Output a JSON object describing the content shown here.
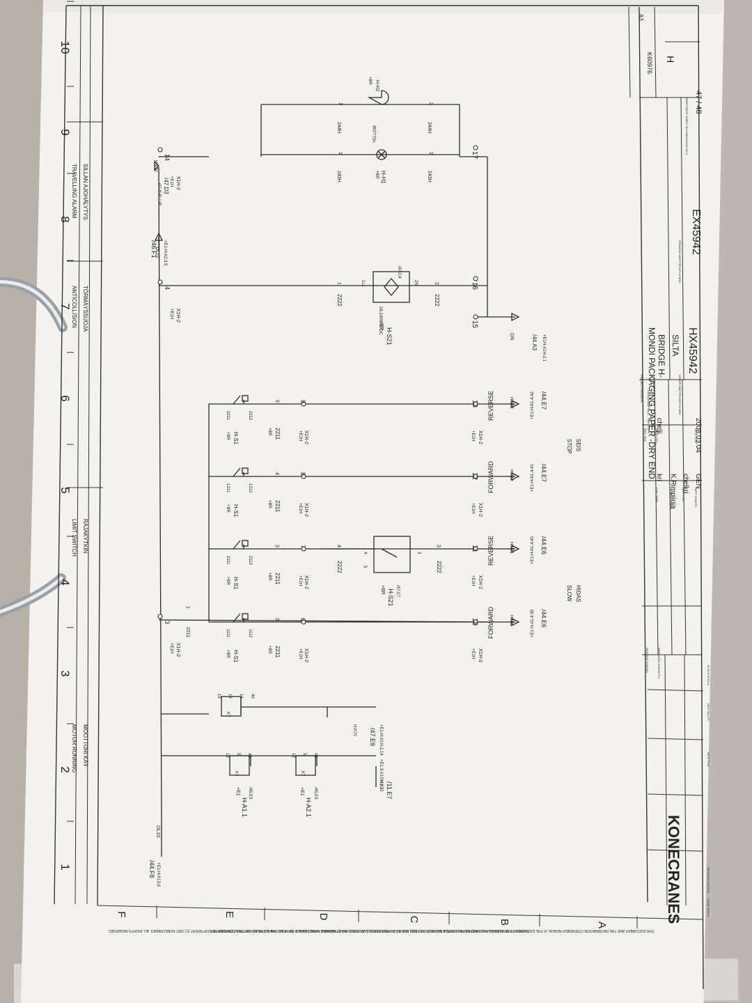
{
  "columns": [
    "1",
    "2",
    "3",
    "4",
    "5",
    "6",
    "7",
    "8",
    "9",
    "10"
  ],
  "rows": [
    "F",
    "E",
    "D",
    "C",
    "B",
    "A"
  ],
  "sections": [
    {
      "title": "MOTOR RUNNING",
      "subtitle": "MOOTTORI KÄY"
    },
    {
      "title": "LIMIT SWITCH",
      "subtitle": "RAJAKYTKIN"
    },
    {
      "title": "ANTICOLLISION",
      "subtitle": "TÖRMÄYSSUOJA"
    },
    {
      "title": "TRAVELLING ALARM",
      "subtitle": "SILLAN AJOHÄLYTYS"
    }
  ],
  "left_refs": {
    "ref_top": "/44.F8",
    "ref_top_sub": "+E1-H-A13.6",
    "wire_ol10": "OL10",
    "relay1": {
      "id": "H-A1.1",
      "tag": "+E1",
      "sub": "/45.E3",
      "coil": "K7",
      "pins": [
        "18",
        "5",
        "48"
      ]
    },
    "relay2": {
      "id": "H-A2.1",
      "tag": "+E1",
      "sub": "/45.E3",
      "coil": "K7",
      "pins": [
        "18",
        "5",
        "48"
      ]
    },
    "relay3": {
      "coil": "K7",
      "pins": [
        "19",
        "13",
        "14",
        "49"
      ]
    },
    "out1": {
      "wire": "H.K7",
      "ref": "/11.E7",
      "sub": "+E1.3-X1SV-2.32"
    },
    "out2": {
      "wire": "H.K70",
      "ref": "/47.E9",
      "sub": "+E1-H-X1H-2.14"
    }
  },
  "top_terminals": [
    {
      "tag": "+E1H",
      "strip": "X1H-2",
      "num": "3",
      "wire": "2211",
      "pin": "1"
    },
    {
      "tag": "+E1H",
      "strip": "X1H-2",
      "num": "4",
      "wire": "OL10",
      "pin": ""
    },
    {
      "tag": "+E1H",
      "strip": "X1H-2",
      "num": "14",
      "wire": "H.K70",
      "pin": ""
    }
  ],
  "switches": [
    {
      "tag": "+BR",
      "name": "H-S1",
      "top": "1111",
      "bot": "1112",
      "cable": "2211",
      "pin": "2",
      "term": "6",
      "term_tag": "+E1H",
      "term_strip": "X1H-2",
      "out_num": "10",
      "out_wire": "H.S11",
      "label": "FORWARD",
      "ref": "/44.E6",
      "ref_sub": "+E1-H-A1.4.39"
    },
    {
      "tag": "+BR",
      "name": "H-S1",
      "top": "2111",
      "bot": "2112",
      "cable": "2211",
      "pin": "3",
      "term": "7",
      "term_tag": "+E1H",
      "term_strip": "X1H-2",
      "out_num": "11",
      "out_wire": "H.S21",
      "label": "REVERSE",
      "ref": "/44.E6",
      "ref_sub": "+E1-H-A1.4.40"
    },
    {
      "tag": "+BR",
      "name": "H-S1",
      "top": "1211",
      "bot": "1212",
      "cable": "2211",
      "pin": "4",
      "term": "8",
      "term_tag": "+E1H",
      "term_strip": "X1H-2",
      "out_num": "12",
      "out_wire": "H.S12",
      "label": "FORWARD",
      "ref": "/44.E7",
      "ref_sub": "+E1-H-A1.4.41"
    },
    {
      "tag": "+BR",
      "name": "H-S1",
      "top": "2211",
      "bot": "2212",
      "cable": "2211",
      "pin": "5",
      "term": "9",
      "term_tag": "+E1H",
      "term_strip": "X1H-2",
      "out_num": "13",
      "out_wire": "H.S22",
      "label": "REVERSE",
      "ref": "/44.E7",
      "ref_sub": "+E1-H-A1.4.42"
    }
  ],
  "speed_labels": [
    {
      "en": "SLOW",
      "fi": "HIDAS"
    },
    {
      "en": "STOP",
      "fi": "SEIS"
    }
  ],
  "slow_switch": {
    "tag": "+BR",
    "name": "H-S21",
    "ref": "/47.C7",
    "cable_a": "2222",
    "pin_a": "4",
    "cable_b": "2222",
    "pin_b": "3",
    "p5": "5",
    "p4": "4",
    "p3": "3"
  },
  "anticollision": {
    "tag": "+BR",
    "name": "H-S21",
    "type": "24-240VAC/DC",
    "ref": "/47.C4",
    "cable_a": "2222",
    "pin_a": "1",
    "cable_b": "2222",
    "pin_b": "2",
    "p1": "1L1",
    "p2": "2N",
    "term15": "15",
    "term16": "16",
    "term17": "17",
    "on_label": "ON",
    "on_ref": "/44.A3",
    "on_sub": "+E1H-X1H-2.1",
    "out_wire": "OL10",
    "out_ref": "/46.F1",
    "out_sub": "+E1-H-A2.3.5"
  },
  "alarm": {
    "ref": "/47.D3",
    "ref_sub": "+E1-H-A1.1.48",
    "lamp": {
      "tag": "+BR",
      "name": "H-H1",
      "color": "YELLOW",
      "cable_top": "243H",
      "pin_top": "1",
      "cable_bot": "243H",
      "pin_bot": "2"
    },
    "horn": {
      "tag": "+BR",
      "name": "H-H2",
      "cable_top": "244H",
      "pin_top": "1",
      "cable_bot": "244H",
      "pin_bot": "2"
    }
  },
  "title_block": {
    "company": "KONECRANES",
    "project_label": "PROJECT PROJEKTI",
    "project": "MONDI PACKAGING PAPER -DRY END",
    "title_label": "TITLE NIMITYS",
    "title1": "BRIDGE H-",
    "title2": "SILTA",
    "order_label": "ORDER NBR PROJEKTIN NRO",
    "order": "HX45942",
    "drawing_label": "DRAWING NBR PIIRUSTUS NRO",
    "drawing": "EX45942",
    "sheet_label": "SHEET/NEXT SHEET SIVU/SEURAAVA SIVU",
    "sheet": "47 / 48",
    "rev": "H",
    "doc_id": "K60976",
    "size": "A3",
    "checked_by": "kri",
    "approved_by": "chelji",
    "designed_by": "K.Rimpiioja",
    "drawn_by": "chelkri",
    "dept": "GEN",
    "date": "2008.03.04",
    "twin_copy": "TWIN COPY",
    "kaksois": "KAKSOISKAPPALE",
    "replace": "REPLACE KORVAA",
    "replaced": "REPLACED KORVATTU",
    "chd": "CHD. TARK.",
    "appd": "APPD. HYV.",
    "reg": "REG. REK.",
    "design": "DESIGN SUUNN.",
    "drn": "DRN. PIIRT.",
    "dept_label": "DEPT OSASTO",
    "date_label": "DATE PVM."
  },
  "revision_table": [
    "ISSUE M.FILA",
    "REVISION MUUTOS",
    "DATE PVM.",
    "DRN. MUUTT.",
    "M-FILM M-FILM"
  ],
  "confidential_text": "THIS DOCUMENT AND THE INFORMATION CONTAINED HEREIN, IS THE EXCLUSIVE CONFIDENTIAL AND PROPRIETARY TRADE SECRET THAT MAY NOT BE REPRODUCED, EMPLOYED IN ANY MANNER WHATSOEVER WITHOUT THE EXPRESS WRITTEN CONSENT OF COPYRIGHT (C) 2007 KONECRANES. ALL RIGHTS RESERVED.",
  "property_text": "PROPERTY OF KONECRANES AND REPRESENTS A NON-PUBLIC, DISCLOSED TO THIRD PARTIES, ALTERED OR OTHERWISE KONECRANES OR KONECRANES HEAVY LIFTING CORPORATION"
}
